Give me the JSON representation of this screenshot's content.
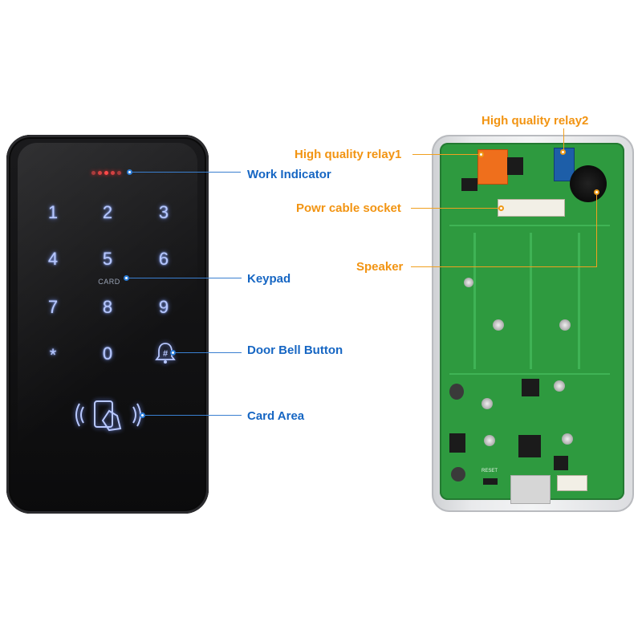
{
  "keypad": {
    "keys": [
      "1",
      "2",
      "3",
      "4",
      "5",
      "6",
      "7",
      "8",
      "9",
      "*",
      "0",
      "#"
    ],
    "card_text": "CARD"
  },
  "callouts_left": {
    "work_indicator": "Work Indicator",
    "keypad": "Keypad",
    "door_bell_button": "Door Bell Button",
    "card_area": "Card Area"
  },
  "callouts_right": {
    "relay2": "High quality relay2",
    "relay1": "High quality relay1",
    "power_socket": "Powr cable socket",
    "speaker": "Speaker"
  },
  "pcb": {
    "reset_label": "RESET"
  },
  "colors": {
    "callout_blue": "#1666c3",
    "callout_orange": "#f29412",
    "pcb_green": "#2e9a3f",
    "key_glow": "#b8c8ff"
  },
  "icons": [
    "bell-hash-icon",
    "rfid-card-icon"
  ]
}
